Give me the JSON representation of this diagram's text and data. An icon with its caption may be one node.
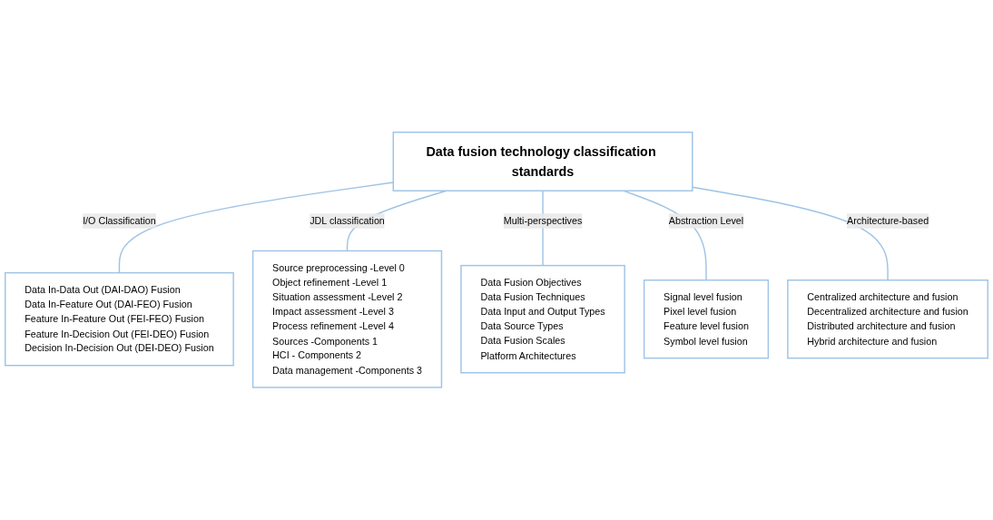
{
  "diagram": {
    "nodes": [
      {
        "text": [
          "Data fusion technology classification standards"
        ]
      },
      {
        "text": [
          "Data In-Data Out (DAI-DAO) Fusion",
          "Data In-Feature Out (DAI-FEO) Fusion",
          "Feature In-Feature Out (FEI-FEO) Fusion",
          "Feature In-Decision Out (FEI-DEO) Fusion",
          "Decision In-Decision Out (DEI-DEO) Fusion"
        ]
      },
      {
        "text": [
          "Source preprocessing -Level 0",
          "Object refinement -Level 1",
          "Situation assessment -Level 2",
          "Impact assessment -Level 3",
          "Process refinement -Level 4",
          "Sources -Components 1",
          "HCI - Components 2",
          "Data management -Components 3"
        ]
      },
      {
        "text": [
          "Data Fusion Objectives",
          "Data Fusion Techniques",
          "Data Input and Output Types",
          "Data Source Types",
          "Data Fusion Scales",
          "Platform Architectures"
        ]
      },
      {
        "text": [
          "Signal level fusion",
          "Pixel level fusion",
          "Feature level fusion",
          "Symbol level fusion"
        ]
      },
      {
        "text": [
          "Centralized architecture and fusion",
          "Decentralized architecture and fusion",
          "Distributed architecture and fusion",
          "Hybrid architecture and fusion"
        ]
      }
    ],
    "edges": [
      {
        "from": 0,
        "to": 1,
        "arrow": "none",
        "label": "I/O Classification"
      },
      {
        "from": 0,
        "to": 2,
        "arrow": "none",
        "label": "JDL classification"
      },
      {
        "from": 0,
        "to": 3,
        "arrow": "none",
        "label": "Multi-perspectives"
      },
      {
        "from": 0,
        "to": 4,
        "arrow": "none",
        "label": "Abstraction Level"
      },
      {
        "from": 0,
        "to": 5,
        "arrow": "none",
        "label": "Architecture-based"
      }
    ]
  }
}
